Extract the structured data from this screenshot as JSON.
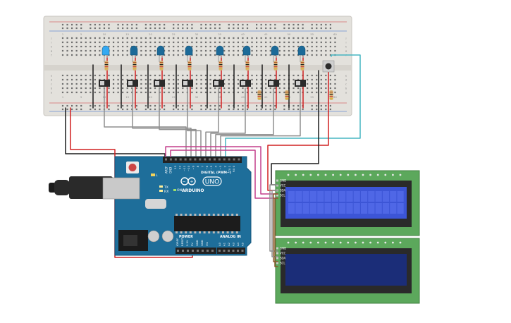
{
  "arduino": {
    "brand": "ARDUINO",
    "model": "UNO",
    "digital_header": "DIGITAL (PWM~)",
    "power_header": "POWER",
    "analog_header": "ANALOG IN",
    "tx_label": "TX",
    "rx_label": "RX",
    "l_label": "L",
    "on_label": "ON",
    "aref": "AREF",
    "gnd": "GND",
    "digital_pins": [
      "13",
      "12",
      "~11",
      "~10",
      "~9",
      "8",
      "7",
      "~6",
      "~5",
      "4",
      "~3",
      "2",
      "TX 1",
      "RX 0"
    ],
    "power_pins": [
      "IOREF",
      "RESET",
      "3.3V",
      "5V",
      "GND",
      "GND",
      "Vin"
    ],
    "analog_pins": [
      "A0",
      "A1",
      "A2",
      "A3",
      "A4",
      "A5"
    ]
  },
  "breadboard": {
    "column_numbers": [
      "1",
      "5",
      "10",
      "15",
      "20",
      "25",
      "30",
      "35",
      "40",
      "45",
      "50",
      "55",
      "60"
    ],
    "row_letters_top": [
      "j",
      "i",
      "h",
      "g",
      "f"
    ],
    "row_letters_bottom": [
      "e",
      "d",
      "c",
      "b",
      "a"
    ]
  },
  "lcd_top": {
    "pins": [
      "GND",
      "VCC",
      "SDA",
      "SCL"
    ]
  },
  "lcd_bottom": {
    "pins": [
      "GND",
      "VCC",
      "SDA",
      "SCL"
    ]
  },
  "colors": {
    "breadboard": "#e3e1dc",
    "arduino": "#1e6e9a",
    "lcd_pcb": "#5ca85c",
    "lcd_screen_lit": "#3c55d6",
    "lcd_screen_dark": "#1b2d78",
    "wire_red": "#d12121",
    "wire_black": "#1b1b1b",
    "wire_gray": "#8f8f8f",
    "wire_pink": "#c43f8c",
    "wire_cyan": "#46b5c2",
    "wire_brown": "#8a5a2a",
    "led_lit": "#35a9f2",
    "led_off": "#1c6a98"
  },
  "components": {
    "led_count": 8,
    "lit_led_index": 0,
    "slide_switch_count": 8,
    "pushbutton_count": 1
  }
}
